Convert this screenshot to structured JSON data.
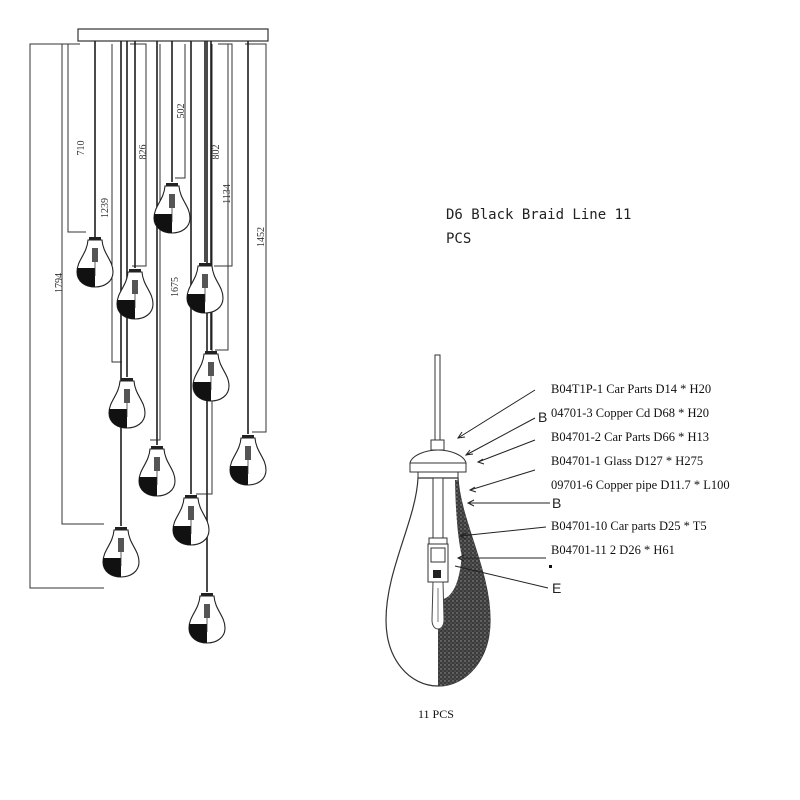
{
  "title": {
    "line1": "D6 Black Braid Line 11",
    "line2": "PCS"
  },
  "dimensions": [
    "710",
    "1239",
    "1794",
    "826",
    "1675",
    "502",
    "802",
    "1134",
    "1452"
  ],
  "parts": [
    "B04T1P-1 Car Parts D14 * H20",
    "04701-3 Copper Cd D68 * H20",
    "B04701-2 Car Parts D66 * H13",
    "B04701-1 Glass D127 * H275",
    "09701-6 Copper pipe D11.7 * L100",
    "B04701-10 Car parts D25 * T5",
    "B04701-11 2 D26 * H61"
  ],
  "markers": [
    "B",
    "B",
    "E"
  ],
  "quantity_label": "11 PCS"
}
